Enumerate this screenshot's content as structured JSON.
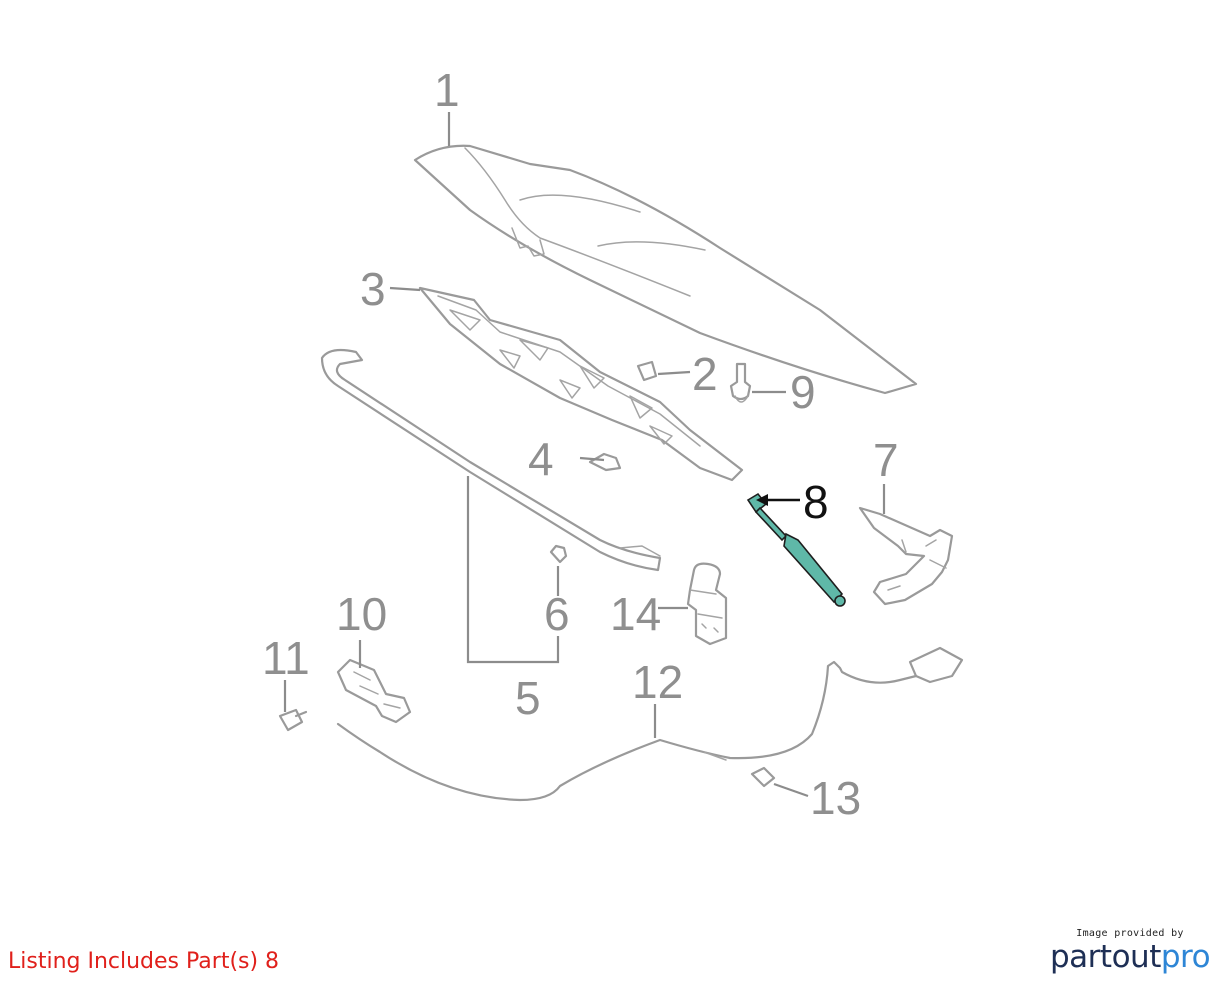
{
  "diagram": {
    "callouts": [
      "1",
      "2",
      "3",
      "4",
      "5",
      "6",
      "7",
      "8",
      "9",
      "10",
      "11",
      "12",
      "13",
      "14"
    ],
    "highlighted_part": "8",
    "highlight_color": "#5fb8a8",
    "line_color": "#9a9a9a"
  },
  "listing_note": "Listing Includes Part(s) 8",
  "listing_note_color": "#e0201b",
  "credit": {
    "caption": "Image provided by",
    "logo_part_1": "partout",
    "logo_part_2": "pro"
  }
}
